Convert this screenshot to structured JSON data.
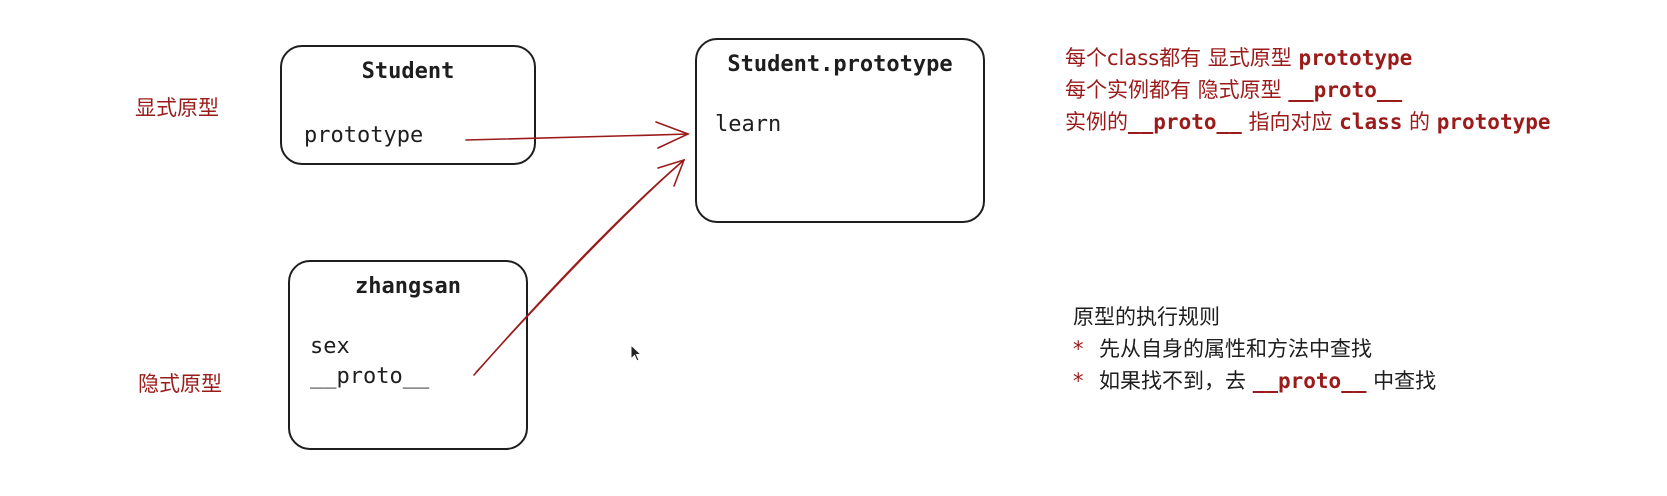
{
  "left_labels": {
    "explicit": "显式原型",
    "implicit": "隐式原型"
  },
  "student_box": {
    "title": "Student",
    "field": "prototype"
  },
  "prototype_box": {
    "title": "Student.prototype",
    "field": "learn"
  },
  "instance_box": {
    "title": "zhangsan",
    "field1": "sex",
    "field2": "__proto__"
  },
  "notes": {
    "line1_prefix": "每个class都有 显式原型 ",
    "line1_code": "prototype",
    "line2_prefix": "每个实例都有 隐式原型 ",
    "line2_code": "__proto__",
    "line3_prefix": "实例的",
    "line3_code1": "__proto__",
    "line3_mid": " 指向对应 ",
    "line3_code2": "class",
    "line3_mid2": " 的 ",
    "line3_code3": "prototype"
  },
  "rules": {
    "title": "原型的执行规则",
    "bullet": "*",
    "item1": "先从自身的属性和方法中查找",
    "item2_prefix": "如果找不到，去 ",
    "item2_code": "__proto__",
    "item2_suffix": " 中查找"
  },
  "colors": {
    "accent_red": "#9b1b1b",
    "ink": "#1e1e1e",
    "background": "#ffffff"
  }
}
